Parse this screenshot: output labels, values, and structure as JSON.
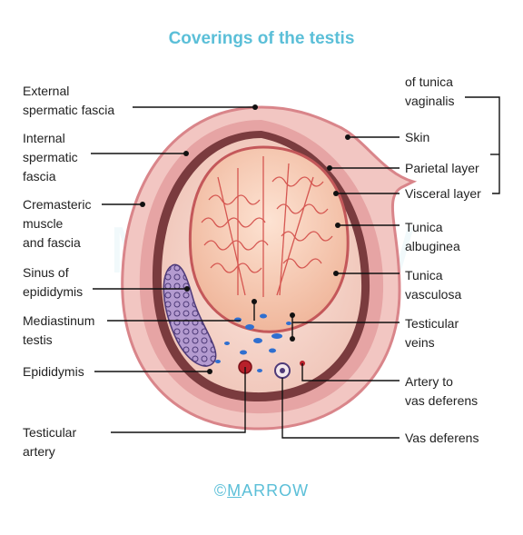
{
  "title": "Coverings of the testis",
  "watermark": "MARROW",
  "brand": {
    "copyright": "©",
    "first_letter": "M",
    "rest": "ARROW"
  },
  "labels_left": [
    {
      "key": "external-spermatic-fascia",
      "text": "External\nspermatic fascia"
    },
    {
      "key": "internal-spermatic-fascia",
      "text": "Internal\nspermatic\nfascia"
    },
    {
      "key": "cremasteric-muscle",
      "text": "Cremasteric\nmuscle\nand fascia"
    },
    {
      "key": "sinus-of-epididymis",
      "text": "Sinus of\nepididymis"
    },
    {
      "key": "mediastinum-testis",
      "text": "Mediastinum\ntestis"
    },
    {
      "key": "epididymis",
      "text": "Epididymis"
    },
    {
      "key": "testicular-artery",
      "text": "Testicular\nartery"
    }
  ],
  "labels_right": [
    {
      "key": "tunica-vaginalis",
      "text": "of tunica\nvaginalis"
    },
    {
      "key": "skin",
      "text": "Skin"
    },
    {
      "key": "parietal-layer",
      "text": "Parietal layer"
    },
    {
      "key": "visceral-layer",
      "text": "Visceral layer"
    },
    {
      "key": "tunica-albuginea",
      "text": "Tunica\nalbuginea"
    },
    {
      "key": "tunica-vasculosa",
      "text": "Tunica\nvasculosa"
    },
    {
      "key": "testicular-veins",
      "text": "Testicular\nveins"
    },
    {
      "key": "artery-to-vas-deferens",
      "text": "Artery to\nvas deferens"
    },
    {
      "key": "vas-deferens",
      "text": "Vas deferens"
    }
  ],
  "colors": {
    "title": "#5bbfd8",
    "skin_outer": "#f2c6c2",
    "dartos": "#d9858a",
    "fascia_dark": "#7a3b3e",
    "cavity": "#f6d6cc",
    "testis": "#f4c2a8",
    "tubules": "#d24a46",
    "epididymis": "#8d70b0",
    "veins": "#2f6fd0",
    "leader": "#111111"
  }
}
